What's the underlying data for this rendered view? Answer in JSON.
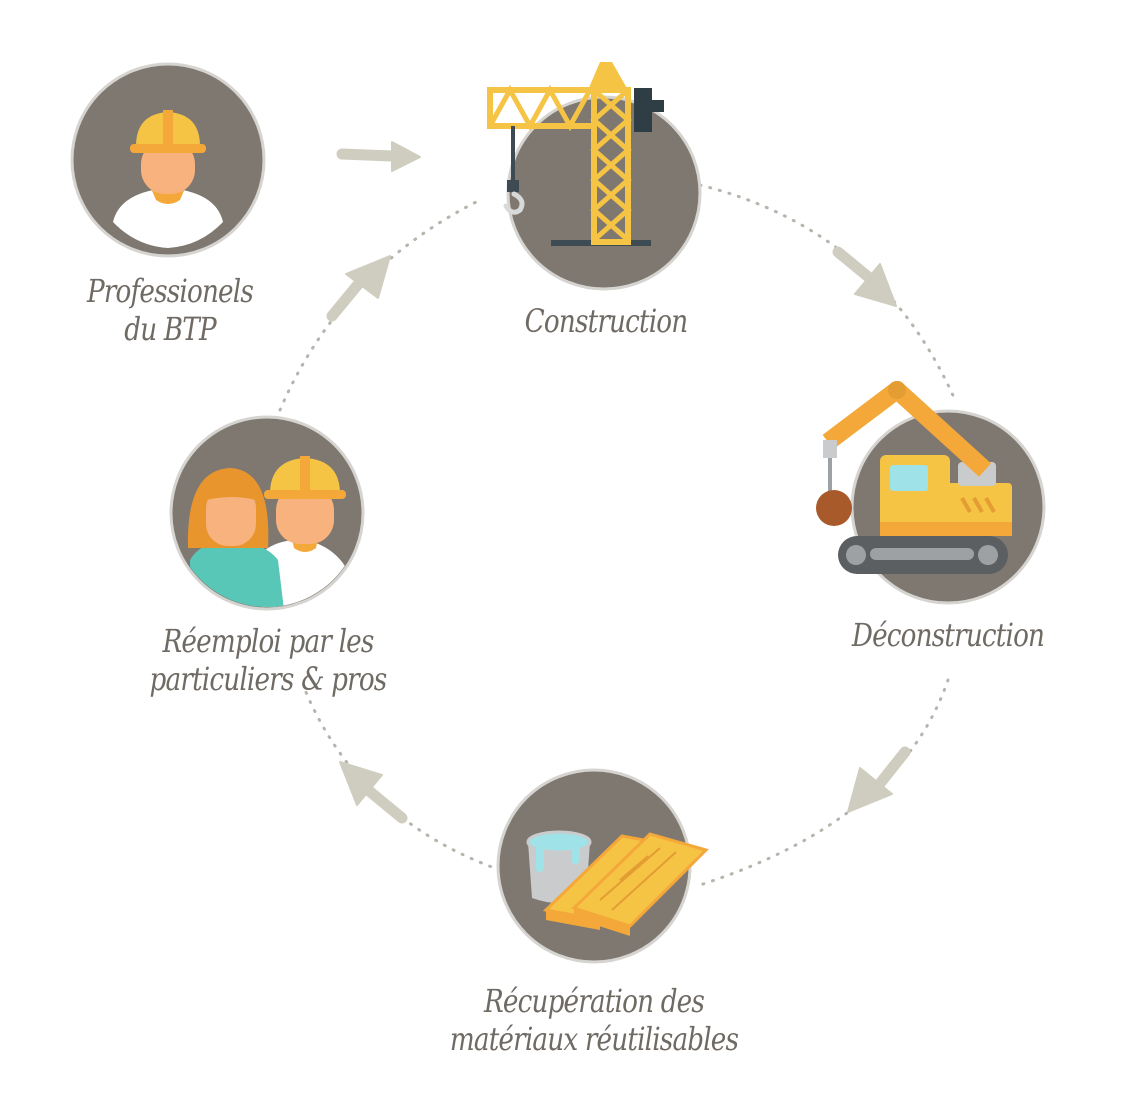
{
  "colors": {
    "circle": "#7f7870",
    "circle_ring": "#d6d4d0",
    "arrow": "#cfcdbf",
    "dots": "#b7b4ac",
    "yellow": "#f6c445",
    "orange": "#f4a83a",
    "skin": "#f7b27e",
    "label": "#6f6a64"
  },
  "nodes": {
    "professionals": {
      "line1": "Professionels",
      "line2": "du BTP",
      "icon": "worker-helmet-icon"
    },
    "construction": {
      "line1": "Construction",
      "icon": "tower-crane-icon"
    },
    "deconstruction": {
      "line1": "Déconstruction",
      "icon": "demolition-excavator-icon"
    },
    "recuperation": {
      "line1": "Récupération des",
      "line2": "matériaux réutilisables",
      "icon": "paint-bucket-planks-icon"
    },
    "reuse": {
      "line1": "Réemploi par les",
      "line2": "particuliers & pros",
      "icon": "couple-worker-icon"
    }
  }
}
